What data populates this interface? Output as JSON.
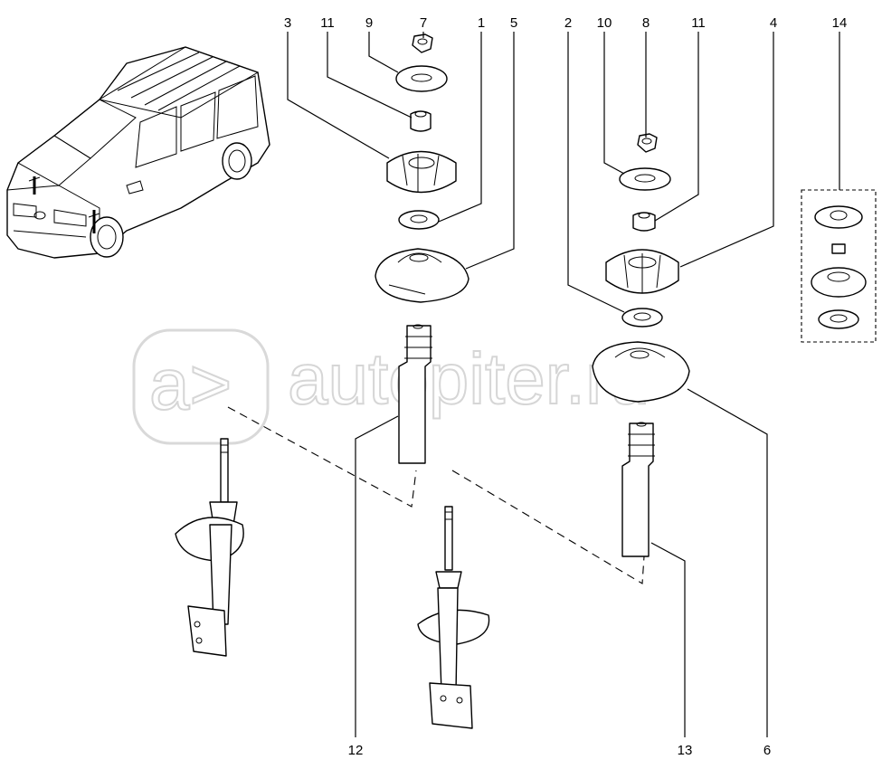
{
  "callouts": [
    "1",
    "2",
    "3",
    "4",
    "5",
    "6",
    "7",
    "8",
    "9",
    "10",
    "11",
    "11",
    "12",
    "13",
    "14"
  ],
  "watermark": {
    "logo_mark": "a>",
    "text": "autopiter.ru"
  }
}
